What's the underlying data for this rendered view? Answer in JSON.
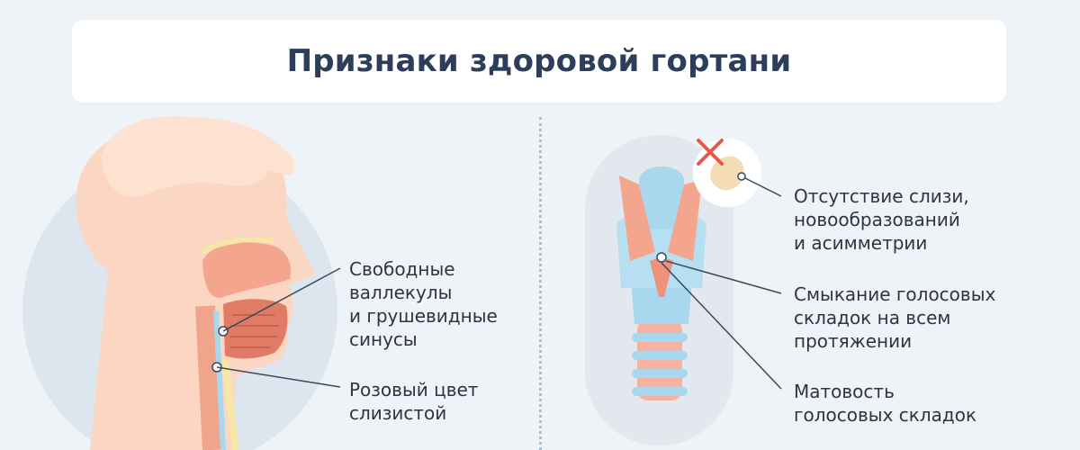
{
  "title": "Признаки здоровой гортани",
  "labels": {
    "valleculae": "Свободные\nваллекулы\nи грушевидные\nсинусы",
    "mucosa_color": "Розовый цвет\nслизистой",
    "no_mucus": "Отсутствие слизи,\nновообразований\nи асимметрии",
    "closure": "Смыкание голосовых\nскладок на всем\nпротяжении",
    "matte": "Матовость\nголосовых складок"
  },
  "colors": {
    "background": "#eef3f7",
    "title_text": "#2c3e5a",
    "skin": "#fbd6c2",
    "hair": "#fde2d2",
    "mucosa": "#f29a80",
    "cartilage": "#a9d8ee",
    "leader_line": "#3a4a5c",
    "cross": "#e35a4d"
  },
  "icons": [
    "head-profile-illustration",
    "larynx-illustration",
    "cross-mark-icon"
  ]
}
